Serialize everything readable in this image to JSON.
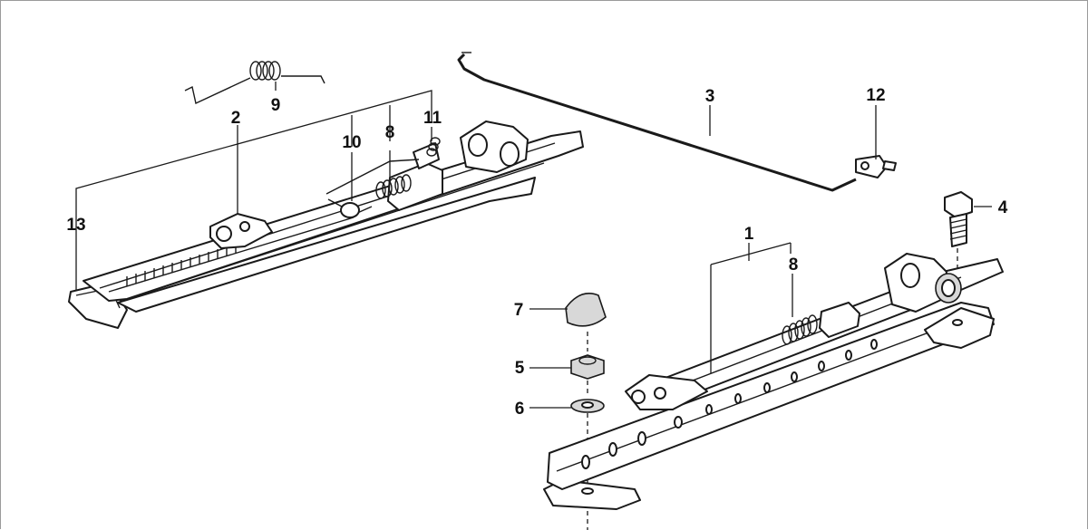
{
  "diagram": {
    "callouts": [
      {
        "id": "c1",
        "text": "1"
      },
      {
        "id": "c2",
        "text": "2"
      },
      {
        "id": "c3",
        "text": "3"
      },
      {
        "id": "c4",
        "text": "4"
      },
      {
        "id": "c5",
        "text": "5"
      },
      {
        "id": "c6",
        "text": "6"
      },
      {
        "id": "c7",
        "text": "7"
      },
      {
        "id": "c8a",
        "text": "8"
      },
      {
        "id": "c8b",
        "text": "8"
      },
      {
        "id": "c9",
        "text": "9"
      },
      {
        "id": "c10",
        "text": "10"
      },
      {
        "id": "c11",
        "text": "11"
      },
      {
        "id": "c12",
        "text": "12"
      },
      {
        "id": "c13",
        "text": "13"
      }
    ]
  }
}
